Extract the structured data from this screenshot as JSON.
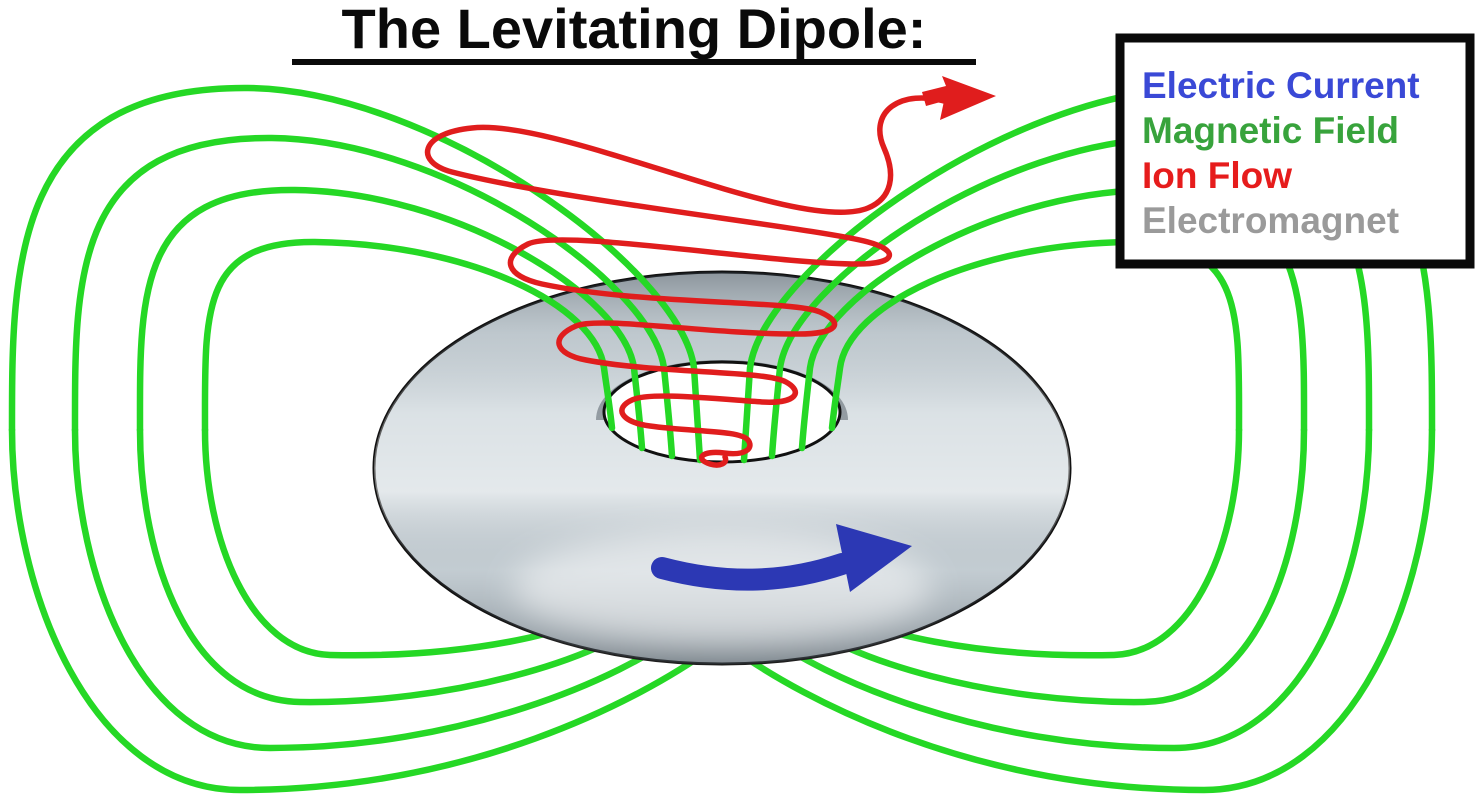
{
  "title": "The Levitating Dipole:",
  "legend": {
    "items": [
      {
        "label": "Electric Current",
        "color": "#3a49d6"
      },
      {
        "label": "Magnetic Field",
        "color": "#38a33c"
      },
      {
        "label": "Ion Flow",
        "color": "#e61c1c"
      },
      {
        "label": "Electromagnet",
        "color": "#9a9a9a"
      }
    ]
  },
  "colors": {
    "field_line_green": "#25d825",
    "ion_flow_red": "#e01d1d",
    "current_blue": "#2c38b4",
    "electromagnet_gray": "#cdd6db",
    "outline_black": "#111111",
    "title_black": "#0a0a0a"
  }
}
